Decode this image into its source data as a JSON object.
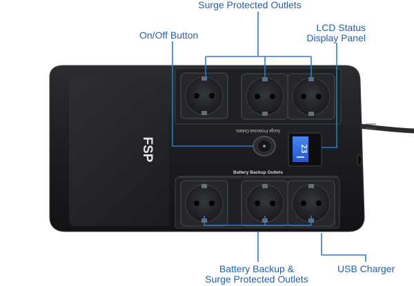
{
  "callouts": {
    "surge_protected_outlets": "Surge Protected Outlets",
    "on_off_button": "On/Off Button",
    "lcd_line1": "LCD Status",
    "lcd_line2": "Display Panel",
    "battery_backup_line1": "Battery Backup &",
    "battery_backup_line2": "Surge Protected Outlets",
    "usb_charger": "USB Charger"
  },
  "device": {
    "brand": "FSP",
    "surge_section_label": "Surge Protected Outlets",
    "battery_section_label": "Battery Backup Outlets",
    "lcd_reading": "23"
  },
  "colors": {
    "callout_text": "#1f5fa8",
    "leader_line": "#2a7ad2",
    "device_body": "#1a1c1f",
    "lcd_screen": "#2f6fe0"
  }
}
